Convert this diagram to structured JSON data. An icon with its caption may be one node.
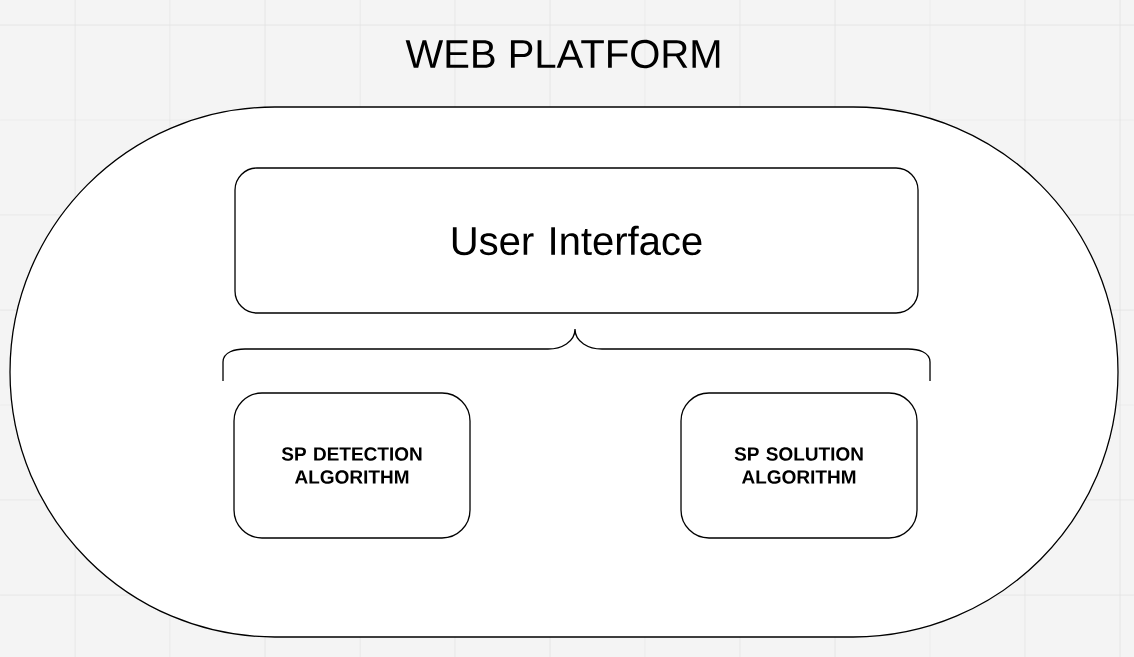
{
  "diagram": {
    "nodes": [
      {
        "text": [
          "WEB PLATFORM"
        ]
      },
      {
        "text": [
          "User Interface"
        ],
        "in": 0
      },
      {
        "text": [
          "SP DETECTION ALGORITHM"
        ],
        "in": 0
      },
      {
        "text": [
          "SP SOLUTION ALGORITHM"
        ],
        "in": 0
      }
    ],
    "edges": []
  }
}
